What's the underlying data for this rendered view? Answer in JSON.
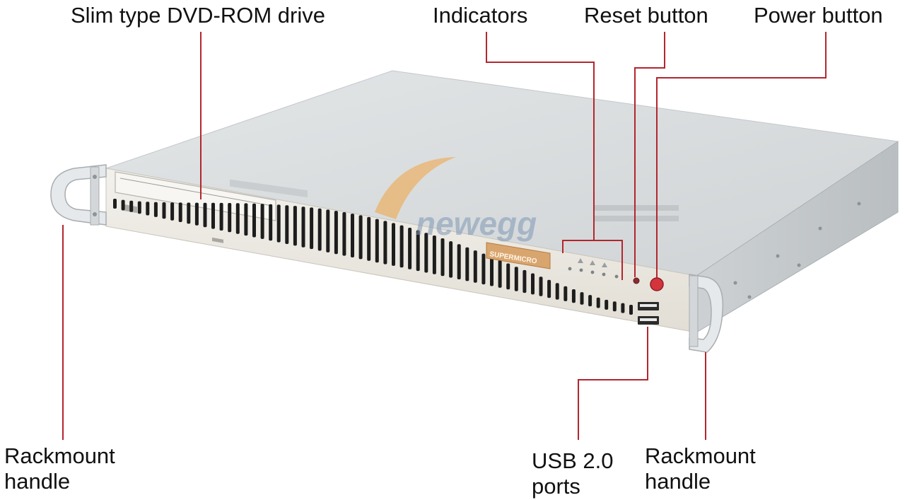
{
  "callouts": {
    "dvd_drive": "Slim type DVD-ROM drive",
    "indicators": "Indicators",
    "reset_button": "Reset button",
    "power_button": "Power button",
    "rackmount_left": [
      "Rackmount",
      "handle"
    ],
    "usb_ports": [
      "USB 2.0",
      "ports"
    ],
    "rackmount_right": [
      "Rackmount",
      "handle"
    ]
  },
  "device": {
    "brand_badge": "SUPERMICRO",
    "watermark": "newegg"
  },
  "colors": {
    "leader_line": "#b3262d",
    "label_text": "#111111",
    "chassis_top": "#d9dcdd",
    "chassis_front": "#ece9e2",
    "power_led": "#d4343c"
  }
}
